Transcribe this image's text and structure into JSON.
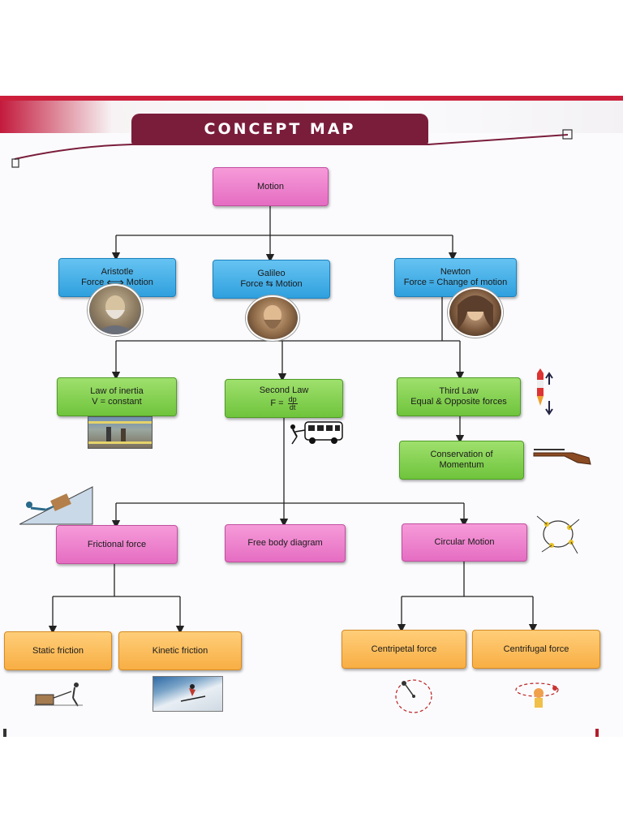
{
  "title": "CONCEPT MAP",
  "nodes": {
    "motion": "Motion",
    "aristotle": {
      "name": "Aristotle",
      "left": "Force",
      "right": "Motion"
    },
    "galileo": {
      "name": "Galileo",
      "left": "Force",
      "right": "Motion"
    },
    "newton": {
      "name": "Newton",
      "relation": "Force = Change of motion"
    },
    "inertia": {
      "line1": "Law of inertia",
      "line2": "V = constant"
    },
    "second_law": {
      "line1": "Second Law",
      "lhs": "F =",
      "num": "dp",
      "den": "dt"
    },
    "third_law": {
      "line1": "Third Law",
      "line2": "Equal & Opposite forces"
    },
    "conservation": {
      "line1": "Conservation of",
      "line2": "Momentum"
    },
    "frictional": "Frictional force",
    "free_body": "Free body diagram",
    "circular": "Circular Motion",
    "static": "Static friction",
    "kinetic": "Kinetic friction",
    "centripetal": "Centripetal force",
    "centrifugal": "Centrifugal force"
  },
  "colors": {
    "banner": "#7a1d3b",
    "pink": "#e56dc2",
    "blue": "#2fa0de",
    "green": "#6fc43c",
    "orange": "#f8ae44"
  }
}
